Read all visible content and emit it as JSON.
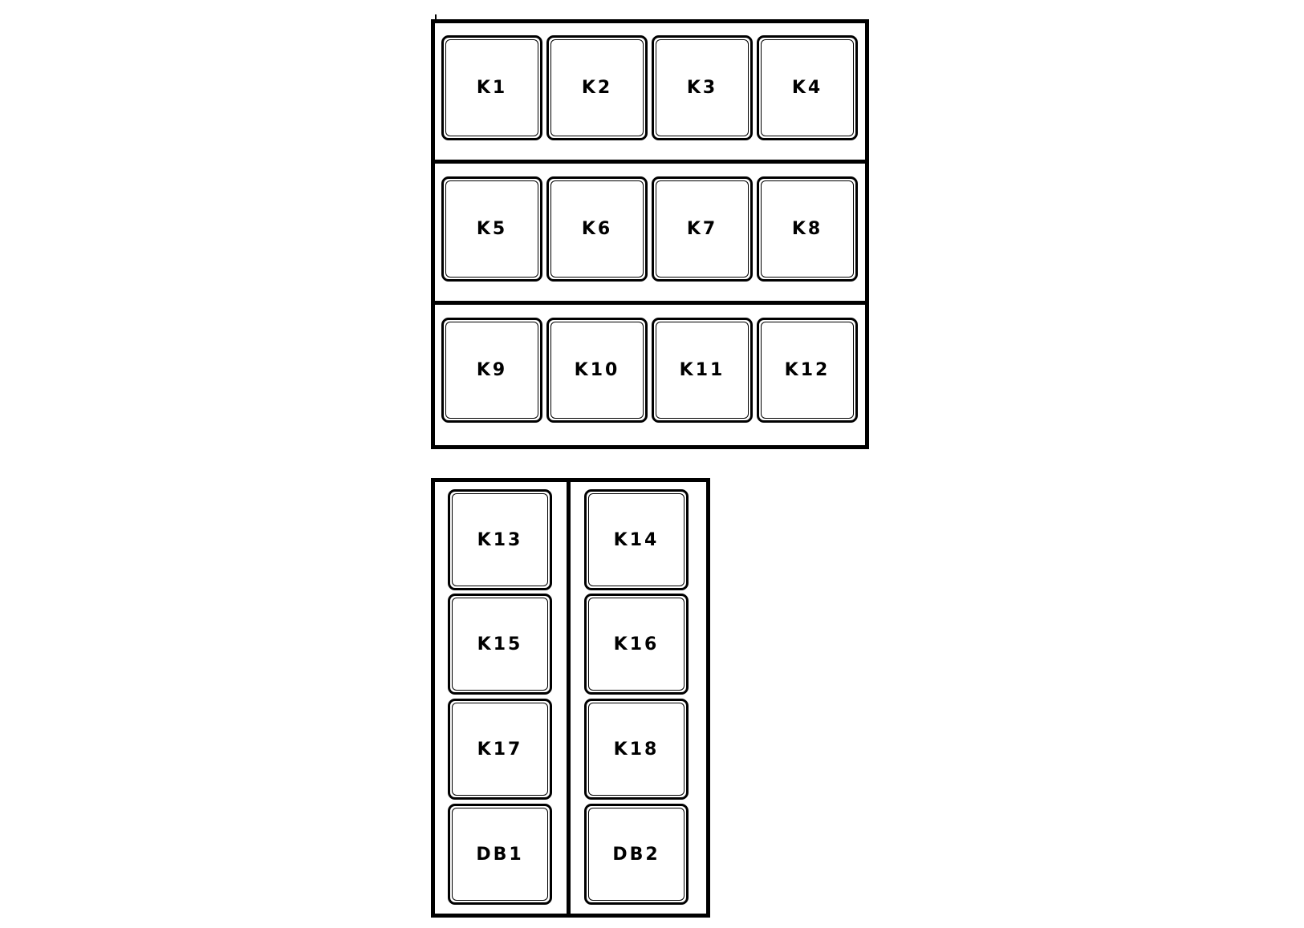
{
  "diagram": {
    "top_block": {
      "rows": [
        [
          "K1",
          "K2",
          "K3",
          "K4"
        ],
        [
          "K5",
          "K6",
          "K7",
          "K8"
        ],
        [
          "K9",
          "K10",
          "K11",
          "K12"
        ]
      ]
    },
    "bottom_block": {
      "columns": [
        [
          "K13",
          "K15",
          "K17",
          "DB1"
        ],
        [
          "K14",
          "K16",
          "K18",
          "DB2"
        ]
      ]
    }
  }
}
